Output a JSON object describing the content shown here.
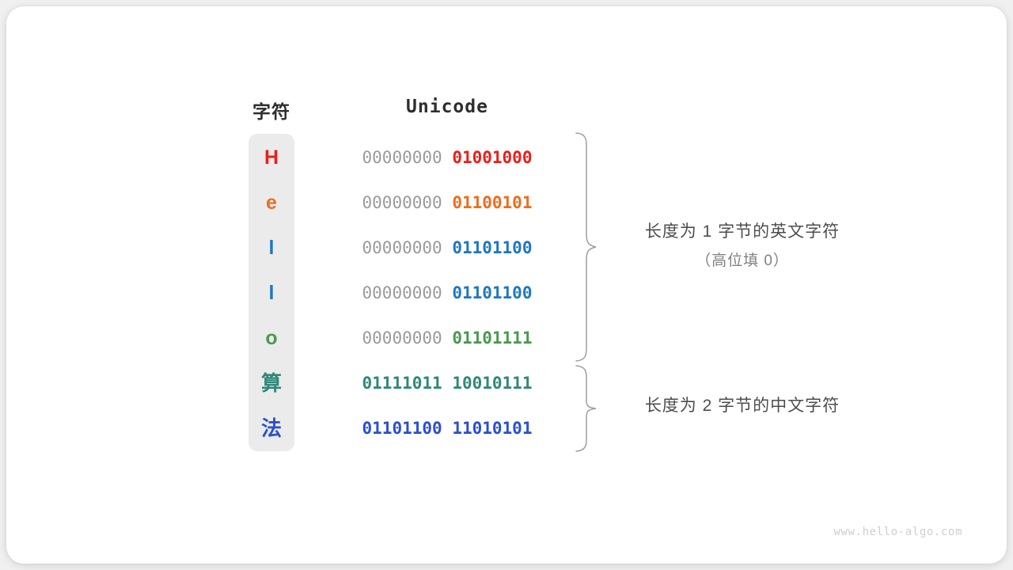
{
  "headers": {
    "character": "字符",
    "unicode": "Unicode"
  },
  "colors": {
    "red": "#e8201c",
    "orange": "#ed6d1f",
    "blue": "#2077c0",
    "green": "#4a9a4e",
    "teal": "#31877a",
    "indigo": "#2b4fd0",
    "gray_zero": "#9a9a9a",
    "column_bg": "#ebebeb",
    "card_bg": "#ffffff",
    "page_bg": "#f0f0f0",
    "text": "#2e2e2e",
    "anno_text": "#4d4d4d",
    "anno_sub_text": "#808080",
    "brace": "#9e9e9e",
    "watermark": "#cfcfcf"
  },
  "rows": [
    {
      "char": "H",
      "high_byte": "00000000",
      "low_byte": "01001000",
      "color": "#e8201c",
      "high_filled": false,
      "is_cjk": false
    },
    {
      "char": "e",
      "high_byte": "00000000",
      "low_byte": "01100101",
      "color": "#ed6d1f",
      "high_filled": false,
      "is_cjk": false
    },
    {
      "char": "l",
      "high_byte": "00000000",
      "low_byte": "01101100",
      "color": "#2077c0",
      "high_filled": false,
      "is_cjk": false
    },
    {
      "char": "l",
      "high_byte": "00000000",
      "low_byte": "01101100",
      "color": "#2077c0",
      "high_filled": false,
      "is_cjk": false
    },
    {
      "char": "o",
      "high_byte": "00000000",
      "low_byte": "01101111",
      "color": "#4a9a4e",
      "high_filled": false,
      "is_cjk": false
    },
    {
      "char": "算",
      "high_byte": "01111011",
      "low_byte": "10010111",
      "color": "#31877a",
      "high_filled": true,
      "is_cjk": true
    },
    {
      "char": "法",
      "high_byte": "01101100",
      "low_byte": "11010101",
      "color": "#2b4fd0",
      "high_filled": true,
      "is_cjk": true
    }
  ],
  "annotations": [
    {
      "main": "长度为 1 字节的英文字符",
      "sub": "（高位填 0）",
      "rows": "1-5"
    },
    {
      "main": "长度为 2 字节的中文字符",
      "sub": "",
      "rows": "6-7"
    }
  ],
  "watermark": "www.hello-algo.com"
}
